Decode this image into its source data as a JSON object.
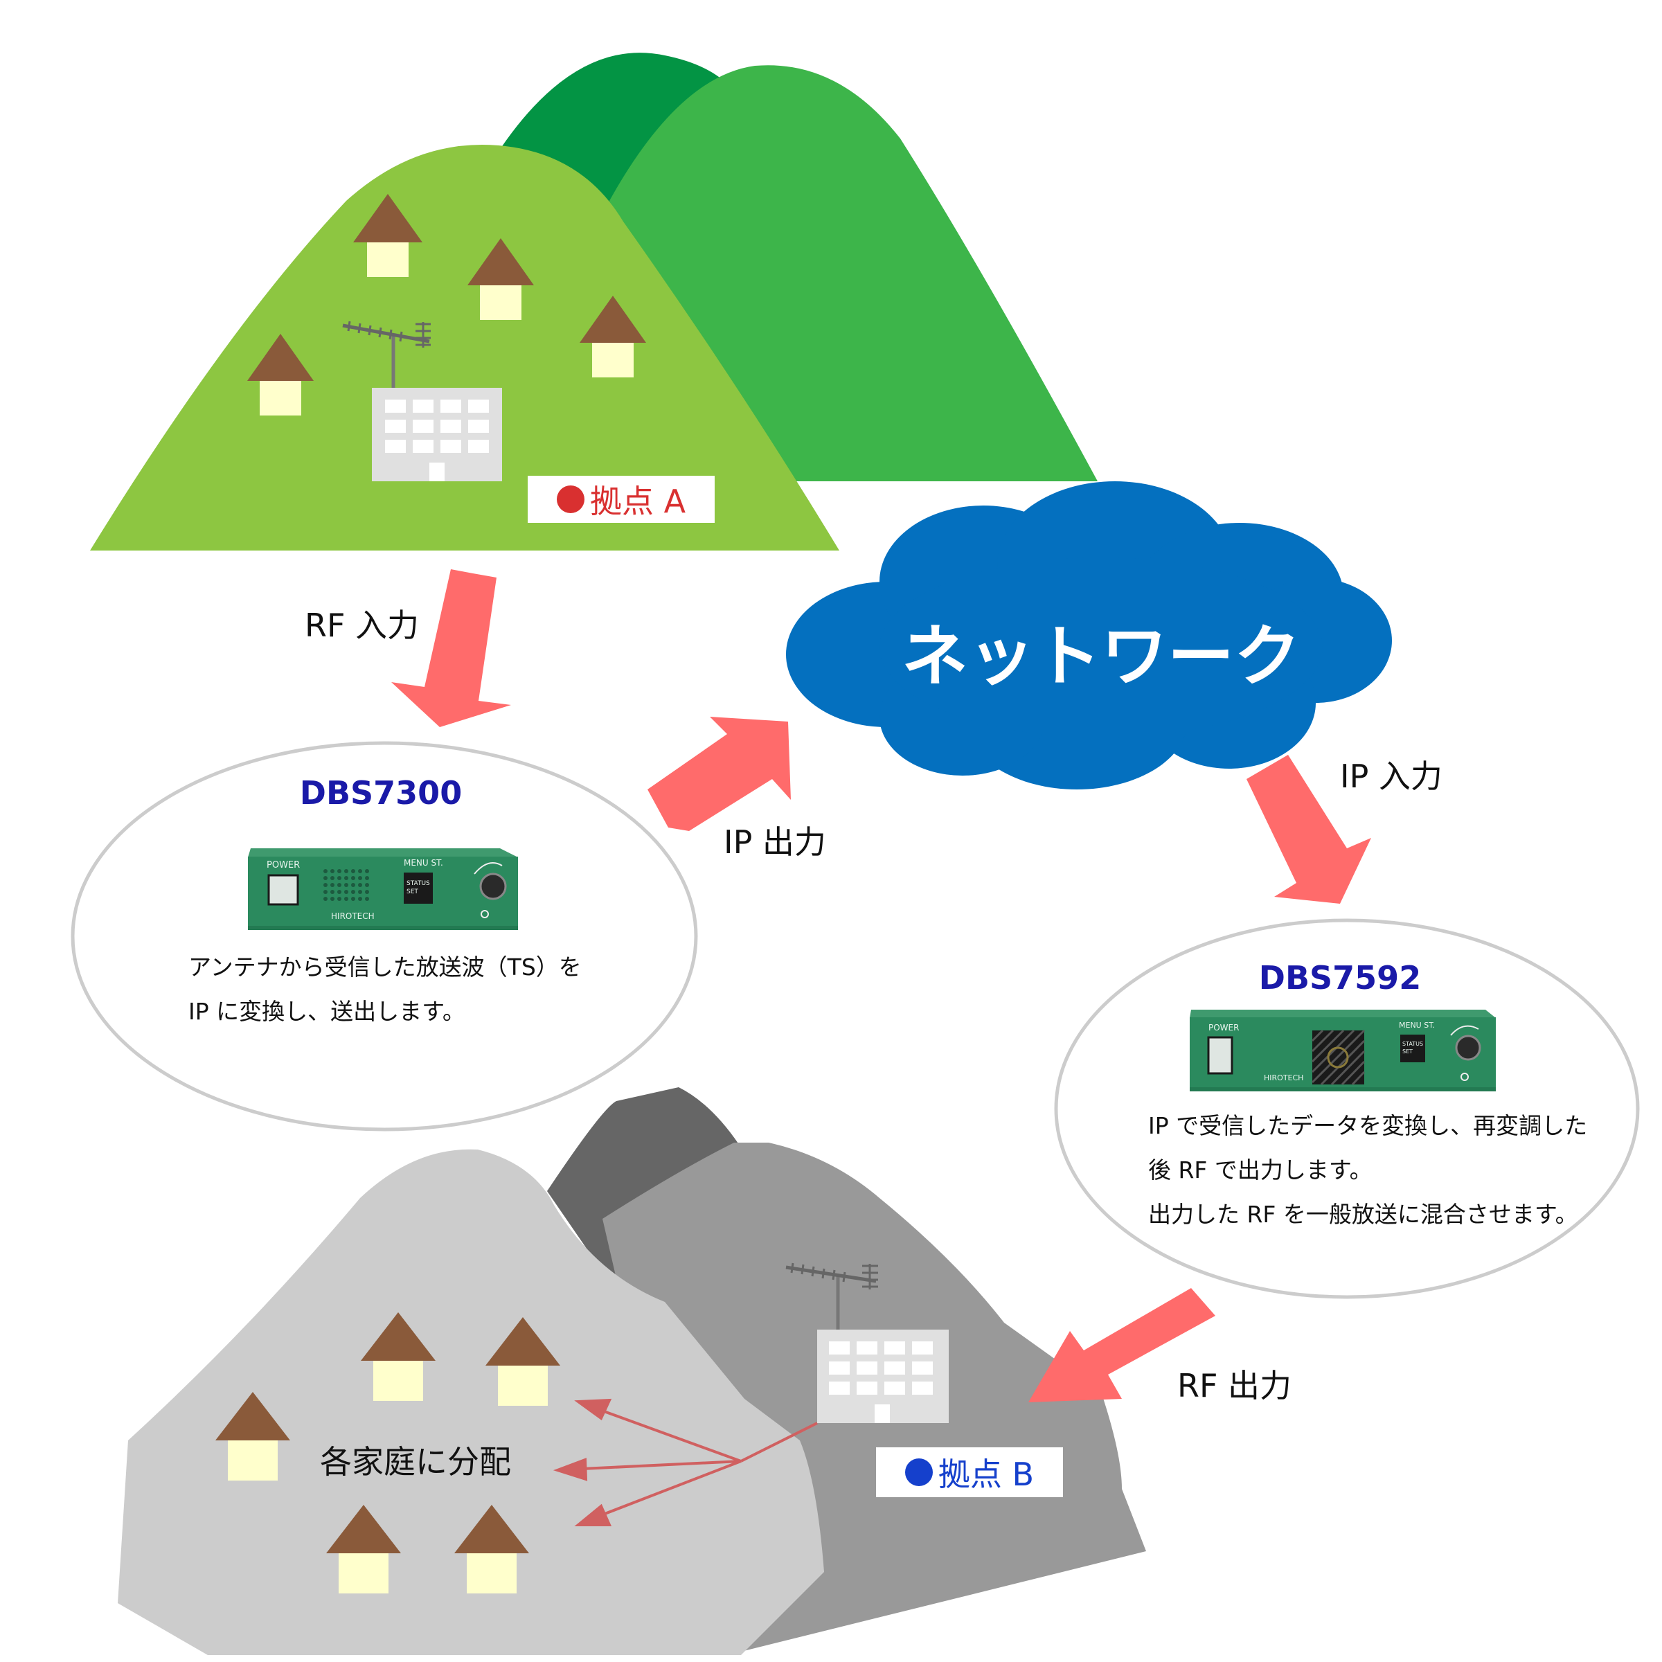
{
  "site_a": {
    "label": "拠点 A",
    "dot_color": "#d93030",
    "text_color": "#d93030"
  },
  "site_b": {
    "label": "拠点 B",
    "dot_color": "#1540cc",
    "text_color": "#1540cc"
  },
  "network": {
    "label": "ネットワーク",
    "color": "#0470bf"
  },
  "flows": {
    "rf_in": "RF 入力",
    "ip_out": "IP 出力",
    "ip_in": "IP 入力",
    "rf_out": "RF 出力"
  },
  "device_tx": {
    "model": "DBS7300",
    "description_lines": [
      "アンテナから受信した放送波（TS）を",
      "IP に変換し、送出します。"
    ],
    "panel": {
      "power": "POWER",
      "menu": "MENU ST.",
      "status": "STATUS",
      "set": "SET",
      "brand": "HIROTECH"
    }
  },
  "device_rx": {
    "model": "DBS7592",
    "description_lines": [
      "IP で受信したデータを変換し、再変調した",
      "後 RF で出力します。",
      "出力した RF を一般放送に混合させます。"
    ],
    "panel": {
      "power": "POWER",
      "menu": "MENU ST.",
      "status": "STATUS",
      "set": "SET",
      "brand": "HIROTECH"
    }
  },
  "distribution": {
    "label": "各家庭に分配"
  },
  "colors": {
    "mountain_front": "#8dc641",
    "mountain_mid": "#3db54a",
    "mountain_back": "#039444",
    "gray_light": "#cccccc",
    "gray_mid": "#999999",
    "gray_dark": "#666666",
    "arrow": "#ff6b6b",
    "roof": "#8a5a3a",
    "house_wall": "#ffffcc",
    "device": "#2b8a5e",
    "ellipse_stroke": "#cccccc"
  }
}
